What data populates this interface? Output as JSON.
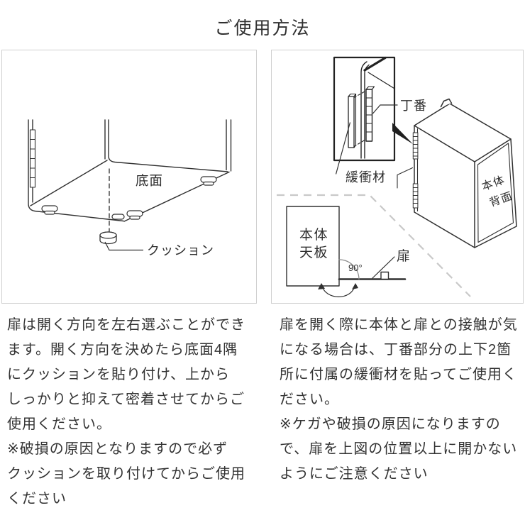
{
  "title": "ご使用方法",
  "colors": {
    "ink": "#303030",
    "panel_border": "#cfcfcf",
    "guide_dash": "#c9c9c9",
    "muted": "#8a8a8a",
    "arrow_fill": "#1e1e1e"
  },
  "left_panel": {
    "labels": {
      "bottom_face": "底面",
      "cushion": "クッション"
    },
    "description_lines": [
      "扉は開く方向を左右選ぶことができ",
      "ます。開く方向を決めたら底面4隅",
      "にクッションを貼り付け、上から",
      "しっかりと抑えて密着させてからご",
      "使用ください。",
      "※破損の原因となりますので必ず",
      "クッションを取り付けてからご使用",
      "ください"
    ]
  },
  "right_panel": {
    "labels": {
      "hinge": "丁番",
      "cushion_material": "緩衝材",
      "body_back_line1": "本体",
      "body_back_line2": "背面",
      "body_top_line1": "本体",
      "body_top_line2": "天板",
      "door": "扉",
      "angle": "90°"
    },
    "description_lines": [
      "扉を開く際に本体と扉との接触が気",
      "になる場合は、丁番部分の上下2箇",
      "所に付属の緩衝材を貼ってご使用く",
      "ださい。",
      "※ケガや破損の原因になりますの",
      "で、扉を上図の位置以上に開かない",
      "ようにご注意ください"
    ]
  }
}
